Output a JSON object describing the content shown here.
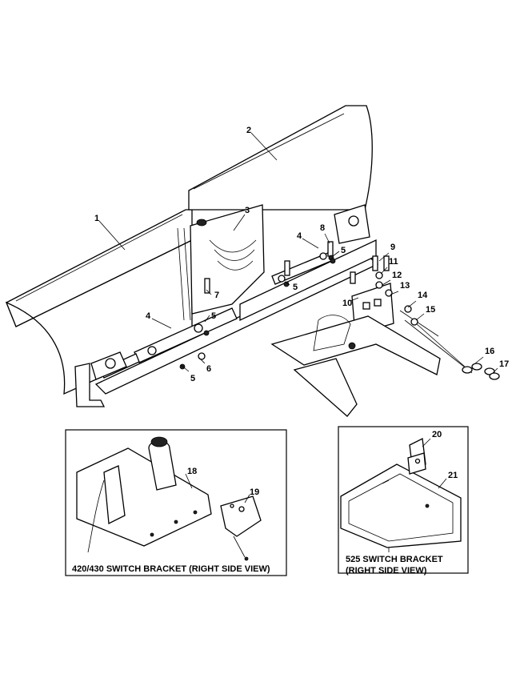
{
  "callouts": [
    "1",
    "2",
    "3",
    "4",
    "4",
    "5",
    "5",
    "5",
    "5",
    "6",
    "7",
    "8",
    "9",
    "10",
    "11",
    "12",
    "13",
    "14",
    "15",
    "16",
    "17",
    "18",
    "19",
    "20",
    "21"
  ],
  "captions": {
    "left": "420/430 SWITCH BRACKET (RIGHT SIDE VIEW)",
    "right_line1": "525 SWITCH BRACKET",
    "right_line2": "(RIGHT SIDE VIEW)"
  }
}
